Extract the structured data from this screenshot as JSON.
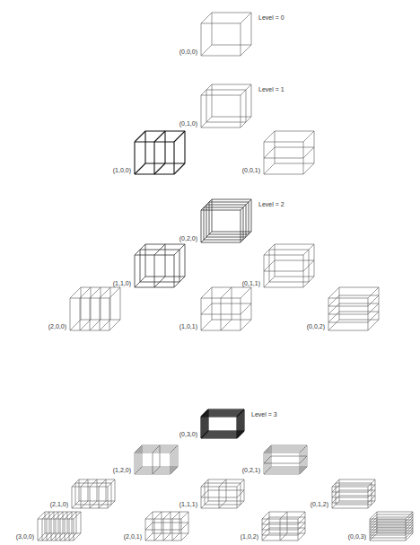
{
  "diagram": {
    "labels": [
      "Level = 0",
      "(0,0,0)",
      "Level = 1",
      "(0,1,0)",
      "(1,0,0)",
      "(0,0,1)",
      "Level = 2",
      "(0,2,0)",
      "(1,1,0)",
      "(0,1,1)",
      "(2,0,0)",
      "(1,0,1)",
      "(0,0,2)",
      "Level = 3",
      "(0,3,0)",
      "(1,2,0)",
      "(0,2,1)",
      "(2,1,0)",
      "(1,1,1)",
      "(0,1,2)",
      "(3,0,0)",
      "(2,0,1)",
      "(1,0,2)",
      "(0,0,3)"
    ]
  }
}
